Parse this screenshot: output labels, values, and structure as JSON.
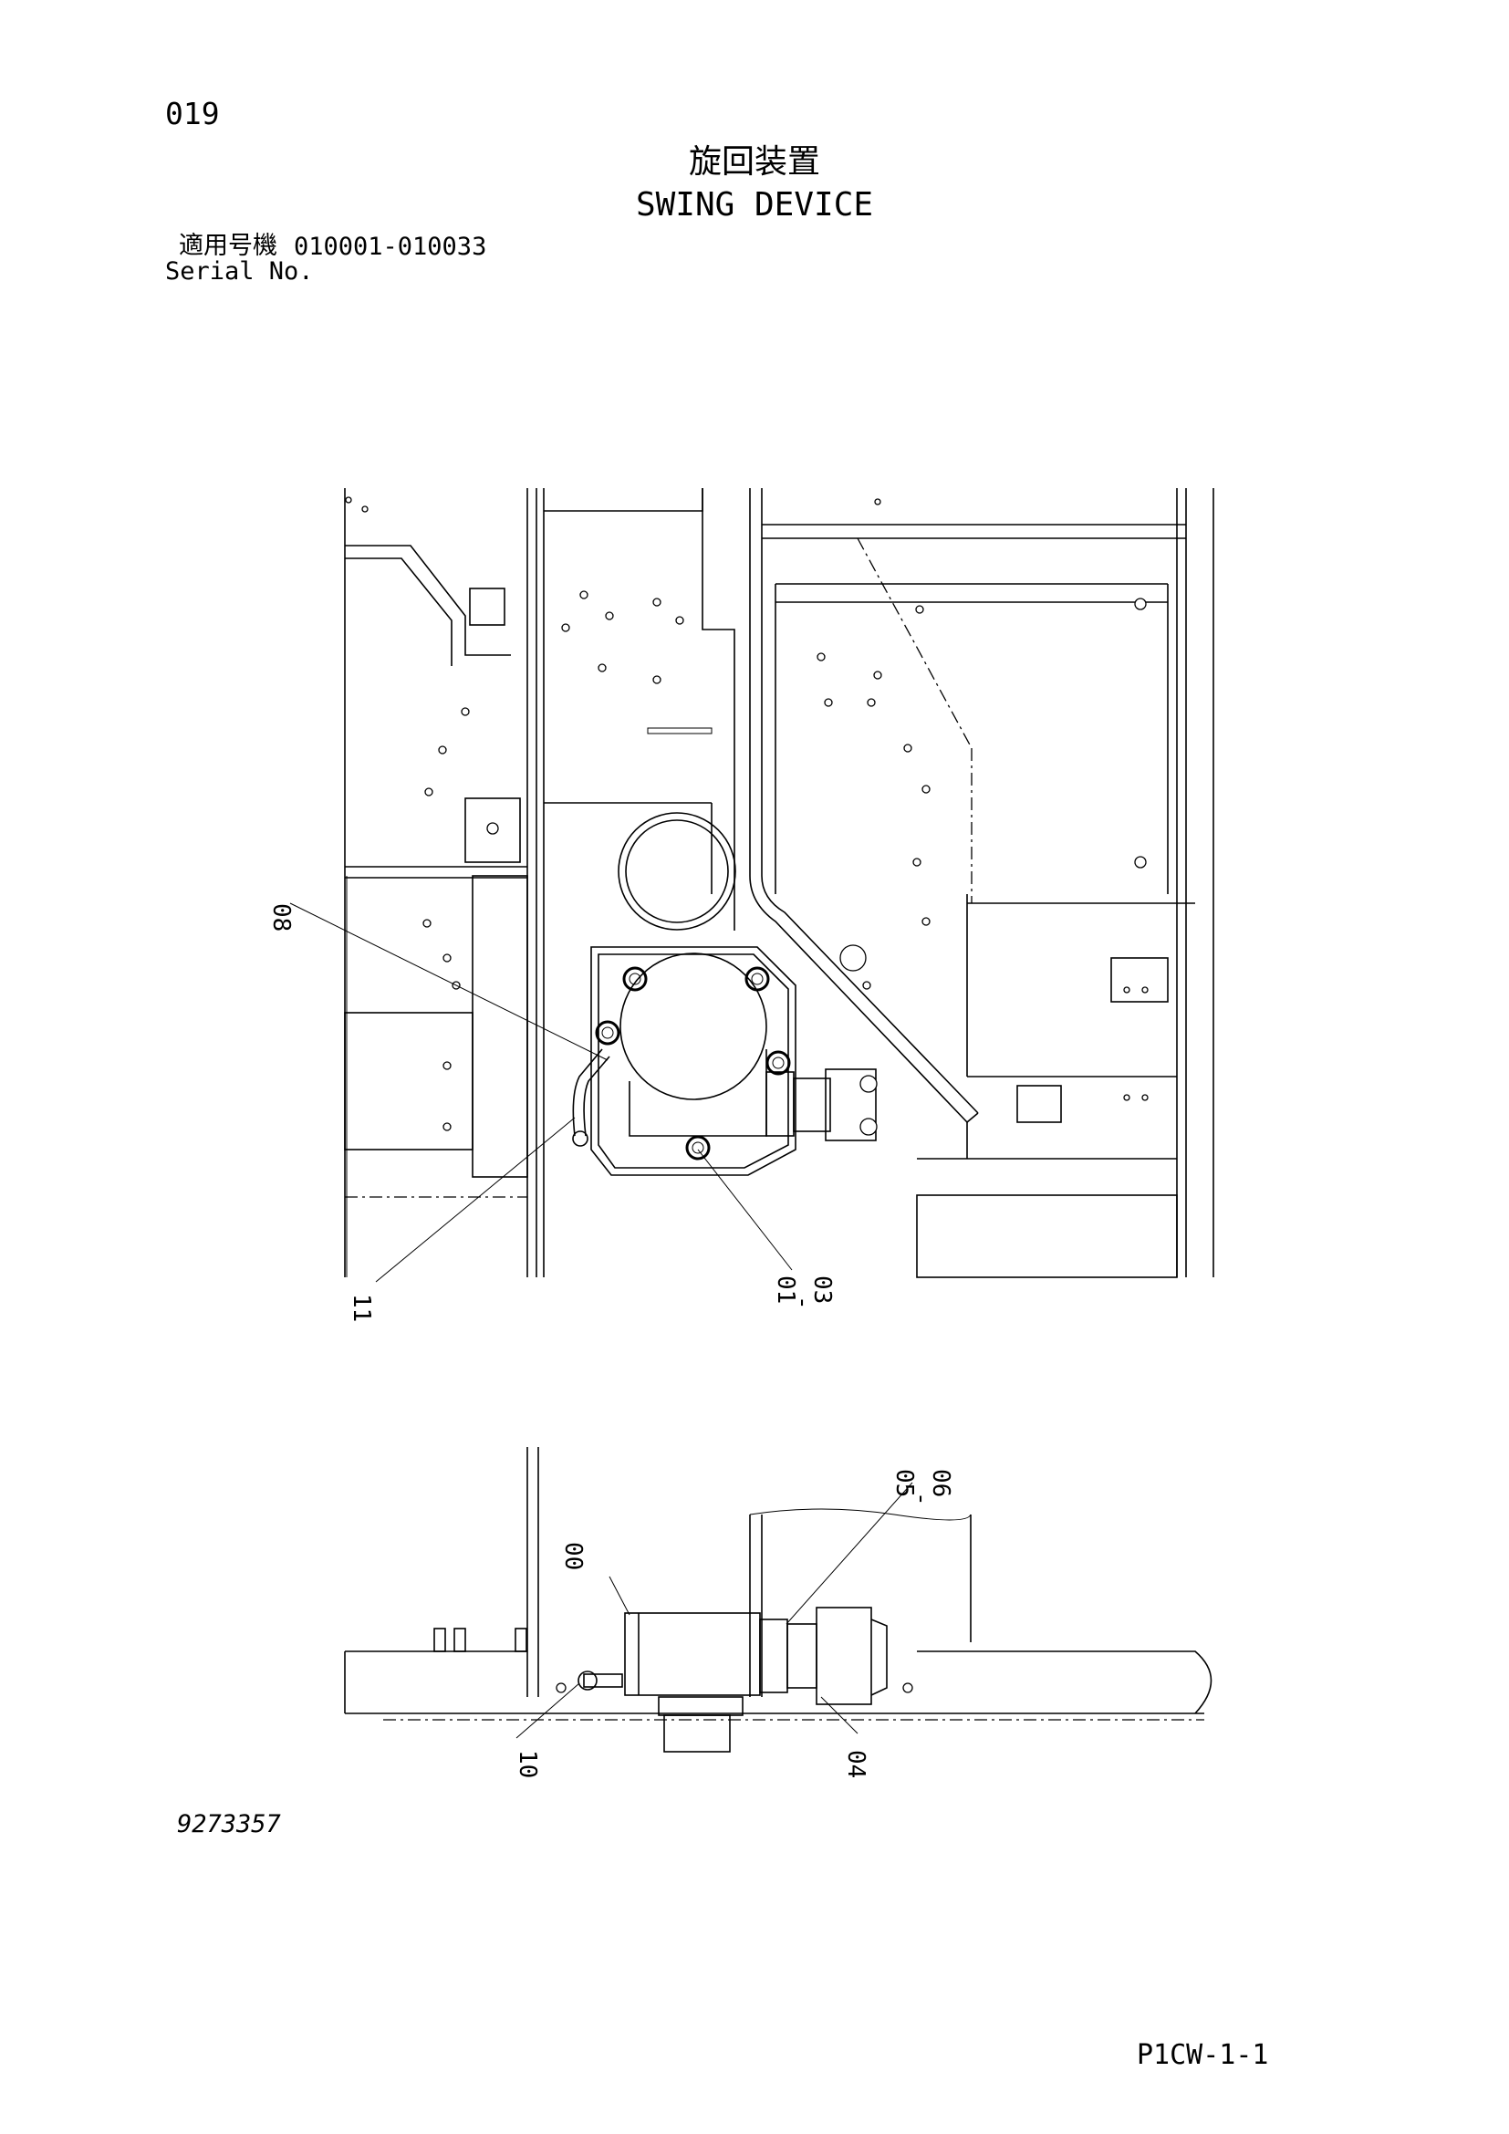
{
  "page": {
    "number": "019",
    "title_ja": "旋回装置",
    "title_en": "SWING DEVICE",
    "serial_label_ja": "適用号機",
    "serial_range": "010001-010033",
    "serial_label_en": "Serial No.",
    "drawing_number": "9273357",
    "page_code": "P1CW-1-1"
  },
  "callouts": {
    "c08": "08",
    "c11": "11",
    "c01": "01",
    "c01_dash": "-",
    "c03": "03",
    "c05": "05",
    "c05_dash": "-",
    "c06": "06",
    "c00": "00",
    "c10": "10",
    "c04": "04"
  }
}
